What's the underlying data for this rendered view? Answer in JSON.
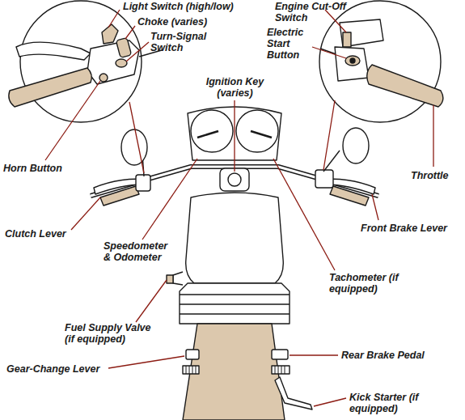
{
  "diagram": {
    "labels": [
      "Light Switch (high/low)",
      "Choke (varies)",
      "Turn-Signal Switch",
      "Horn Button",
      "Engine Cut-Off Switch",
      "Electric Start Button",
      "Throttle",
      "Ignition Key (varies)",
      "Clutch Lever",
      "Front Brake Lever",
      "Speedometer & Odometer",
      "Tachometer (if equipped)",
      "Fuel Supply Valve (if equipped)",
      "Gear-Change Lever",
      "Rear Brake Pedal",
      "Kick Starter (if equipped)"
    ]
  }
}
